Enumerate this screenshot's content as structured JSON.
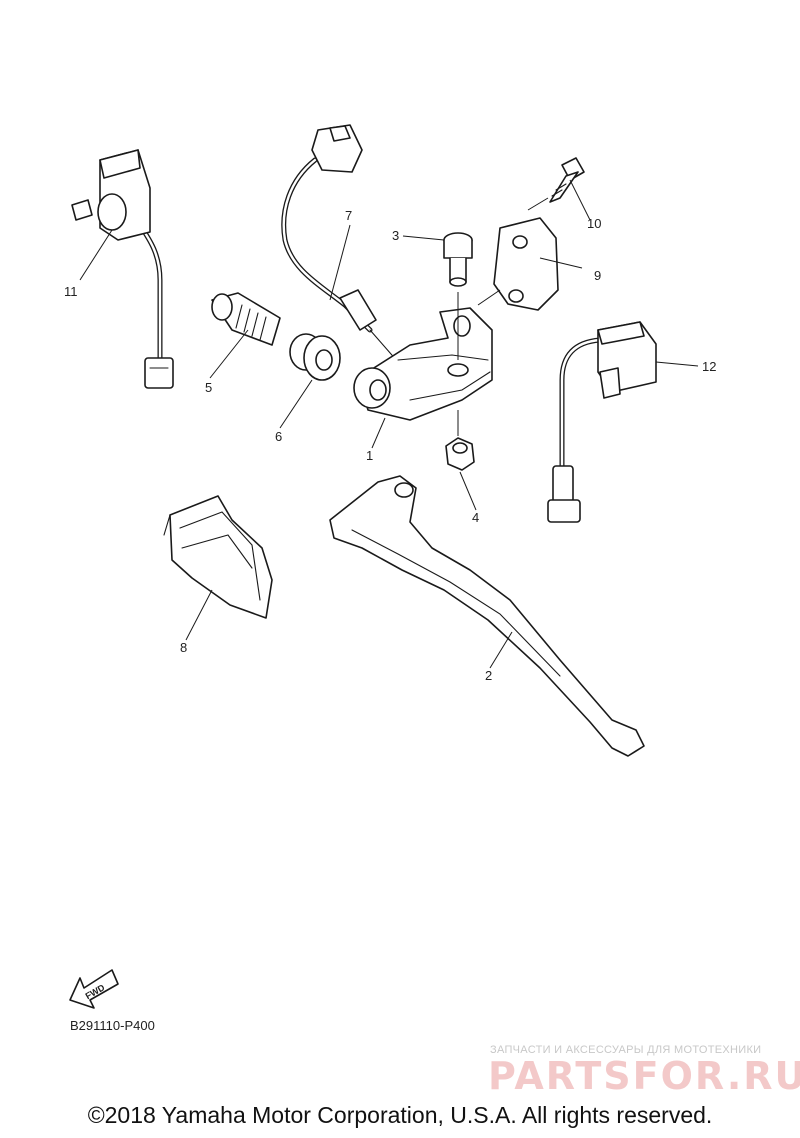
{
  "callouts": {
    "c1": "1",
    "c2": "2",
    "c3": "3",
    "c4": "4",
    "c5": "5",
    "c6": "6",
    "c7": "7",
    "c8": "8",
    "c9": "9",
    "c10": "10",
    "c11": "11",
    "c12": "12"
  },
  "fwd_label": "FWD",
  "diagram_code": "B291110-P400",
  "watermark": {
    "tagline": "ЗАПЧАСТИ И АКСЕССУАРЫ ДЛЯ МОТОТЕХНИКИ",
    "logo": "PARTSFOR.RU"
  },
  "copyright": "©2018 Yamaha Motor Corporation, U.S.A. All rights reserved.",
  "colors": {
    "line": "#1a1a1a",
    "watermark": "#f3c9c9"
  }
}
